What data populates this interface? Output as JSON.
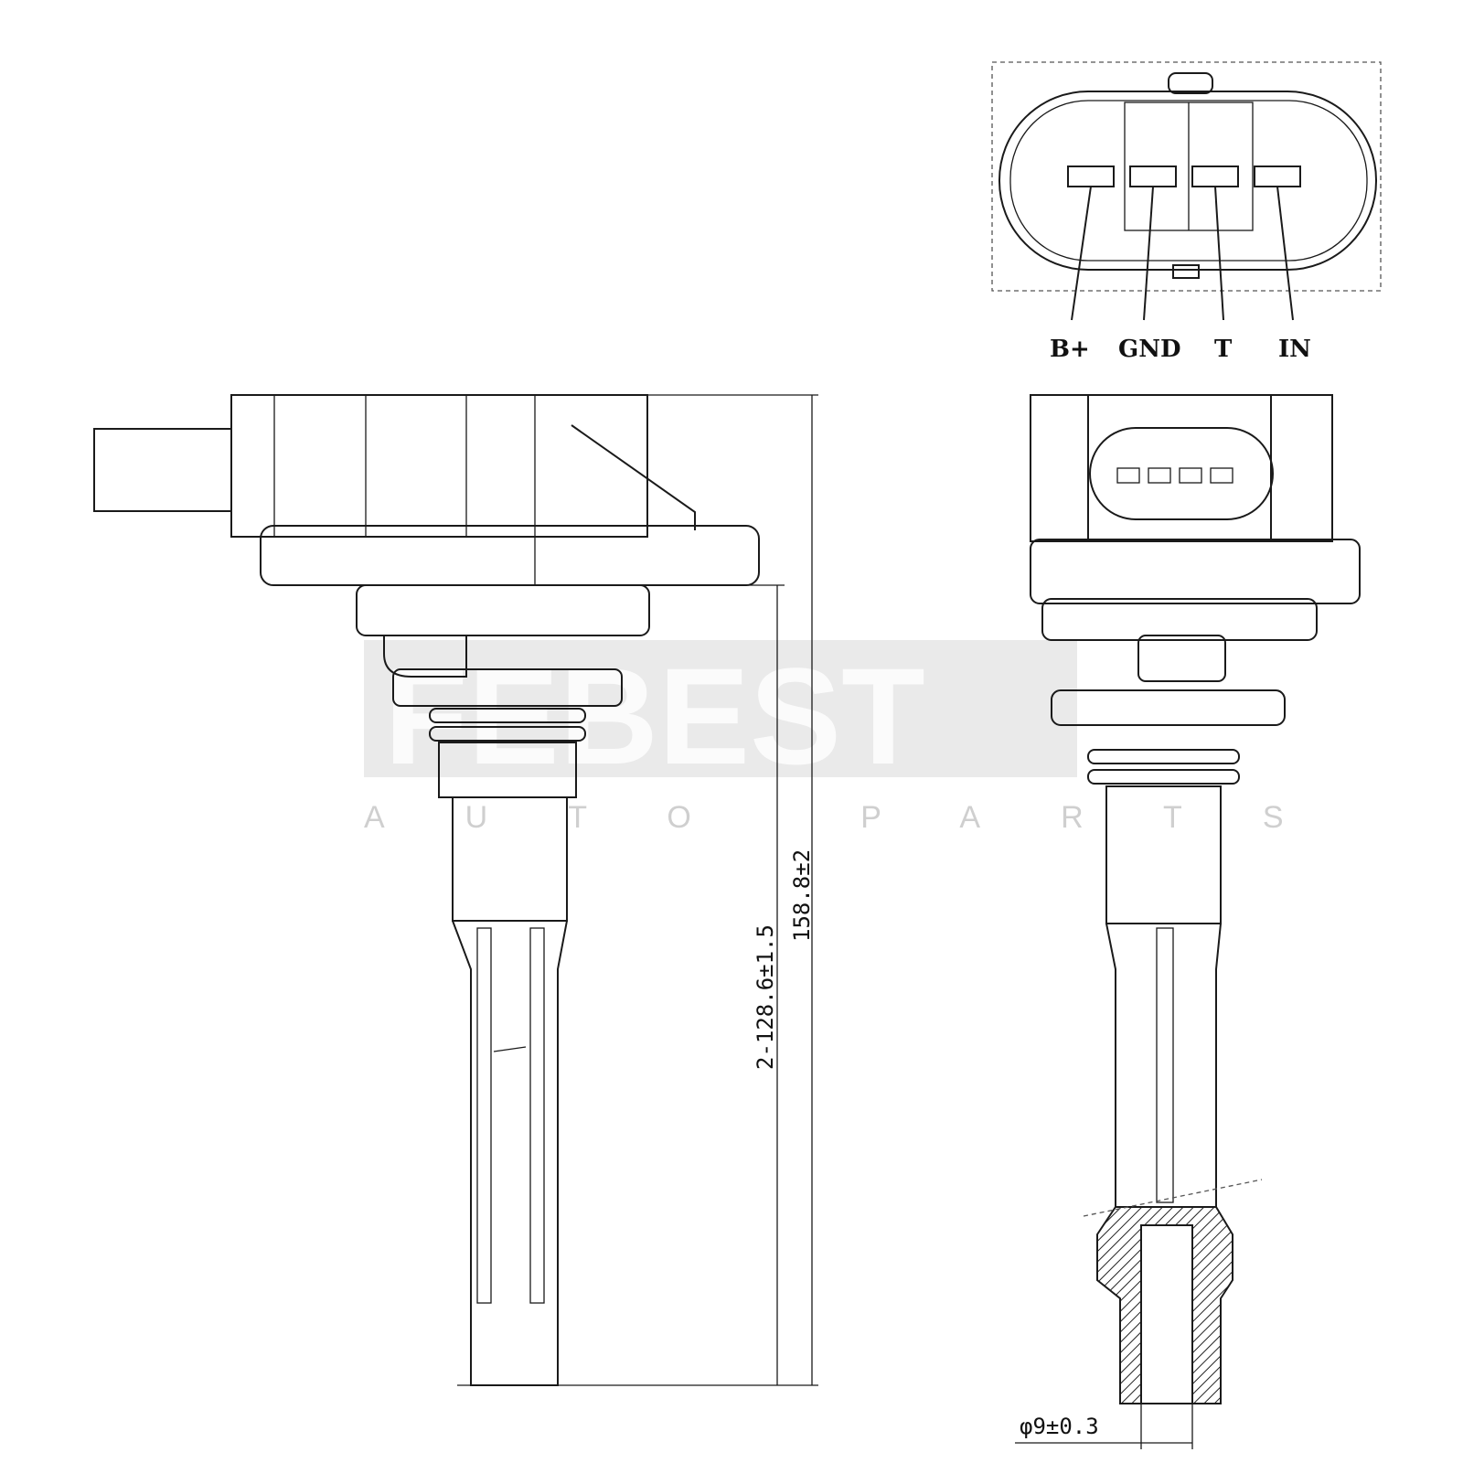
{
  "connector_pins": {
    "b_plus": "B+",
    "gnd": "GND",
    "t": "T",
    "in": "IN"
  },
  "dimensions": {
    "short_length": "2-128.6±1.5",
    "overall_length": "158.8±2",
    "tip_diameter": "φ9±0.3"
  },
  "watermark": {
    "brand": "FEBEST",
    "sub": "AUTO PARTS"
  }
}
